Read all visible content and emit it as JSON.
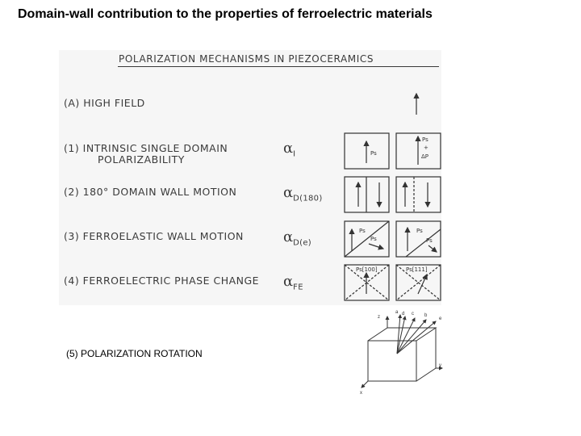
{
  "slide": {
    "title": "Domain-wall contribution to the properties of ferroelectric materials"
  },
  "scanned_figure": {
    "heading": "POLARIZATION MECHANISMS IN PIEZOCERAMICS",
    "rows": [
      {
        "label": "(A) HIGH FIELD",
        "coefficient": "",
        "coef_symbol": "",
        "coef_subscript": ""
      },
      {
        "label": "(1) INTRINSIC SINGLE DOMAIN",
        "label_line2": "POLARIZABILITY",
        "coef_symbol": "α",
        "coef_subscript": "I"
      },
      {
        "label": "(2) 180° DOMAIN WALL MOTION",
        "coef_symbol": "α",
        "coef_subscript": "D(180)"
      },
      {
        "label": "(3) FERROELASTIC WALL MOTION",
        "coef_symbol": "α",
        "coef_subscript": "D(e)"
      },
      {
        "label": "(4) FERROELECTRIC PHASE CHANGE",
        "coef_symbol": "α",
        "coef_subscript": "FE"
      }
    ],
    "cell_labels": {
      "ps": "Ps",
      "plus": "+",
      "dp": "ΔP",
      "ps100": "Ps[100]",
      "ps111": "Ps[111]"
    }
  },
  "rotation": {
    "label": "(5) POLARIZATION ROTATION",
    "axes": {
      "x": "x",
      "y": "y",
      "z": "z"
    },
    "vector_letters": [
      "a",
      "b",
      "c",
      "d",
      "e"
    ]
  }
}
